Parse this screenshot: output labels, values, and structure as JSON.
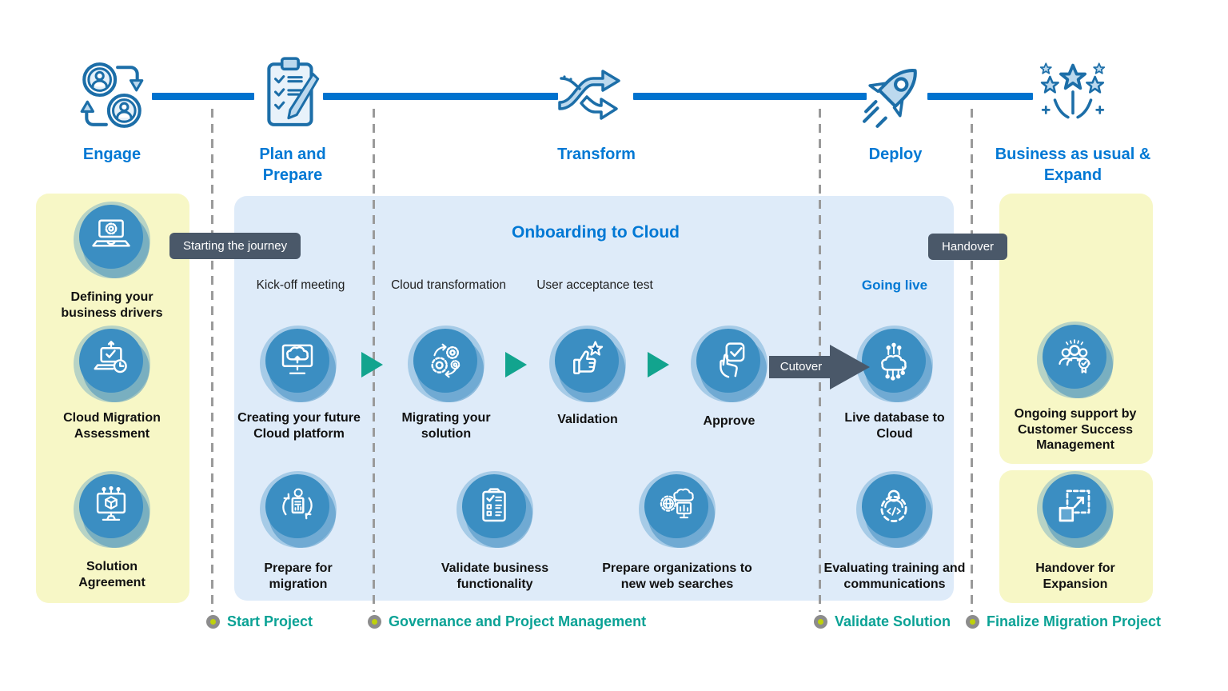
{
  "diagram": {
    "phases": [
      {
        "label": "Engage",
        "icon": "people-exchange"
      },
      {
        "label": "Plan and Prepare",
        "icon": "clipboard-pen"
      },
      {
        "label": "Transform",
        "icon": "shuffle-arrows"
      },
      {
        "label": "Deploy",
        "icon": "rocket"
      },
      {
        "label": "Business as usual & Expand",
        "icon": "celebration-stars"
      }
    ],
    "badges": {
      "starting_the_journey": "Starting the journey",
      "handover": "Handover",
      "cutover": "Cutover"
    },
    "engage_panel": {
      "items": [
        {
          "label": "Defining your business drivers",
          "icon": "laptop-gear"
        },
        {
          "label": "Cloud Migration Assessment",
          "icon": "laptop-check-clock"
        },
        {
          "label": "Solution Agreement",
          "icon": "monitor-cube"
        }
      ]
    },
    "onboarding_panel": {
      "title": "Onboarding to Cloud",
      "stage_labels": [
        {
          "label": "Kick-off meeting"
        },
        {
          "label": "Cloud transformation"
        },
        {
          "label": "User acceptance test"
        },
        {
          "label": "Going live"
        }
      ],
      "top_row": [
        {
          "label": "Creating your future Cloud platform",
          "icon": "monitor-cloud-upload"
        },
        {
          "label": "Migrating your solution",
          "icon": "gears-arrows"
        },
        {
          "label": "Validation",
          "icon": "thumb-star"
        },
        {
          "label": "Approve",
          "icon": "hand-checkbox"
        },
        {
          "label": "Live database to Cloud",
          "icon": "cloud-circuit"
        }
      ],
      "bottom_row": [
        {
          "label": "Prepare for migration",
          "icon": "cycle-document"
        },
        {
          "label": "Validate business functionality",
          "icon": "checklist-clipboard"
        },
        {
          "label": "Prepare organizations to new web searches",
          "icon": "web-cloud-monitor"
        },
        {
          "label": "Evaluating training and communications",
          "icon": "person-gear-code"
        }
      ]
    },
    "expand_panel": {
      "items": [
        {
          "label": "Ongoing support by Customer Success Management",
          "icon": "team-rosette"
        },
        {
          "label": "Handover for Expansion",
          "icon": "expand-square"
        }
      ]
    },
    "milestones": [
      {
        "label": "Start Project"
      },
      {
        "label": "Governance and Project Management"
      },
      {
        "label": "Validate Solution"
      },
      {
        "label": "Finalize Migration Project"
      }
    ],
    "colors": {
      "accent_blue": "#0078D4",
      "timeline_blue": "#0072CE",
      "panel_yellow": "#F7F7C6",
      "panel_blue": "#DEEBF9",
      "badge_slate": "#4A5869",
      "arrow_teal": "#12A48E",
      "milestone_teal": "#0AA295",
      "icon_fill_blue": "#3B8EC2",
      "icon_outline_blue": "#1C6EA8",
      "milestone_dot_green": "#BFD20A"
    }
  }
}
